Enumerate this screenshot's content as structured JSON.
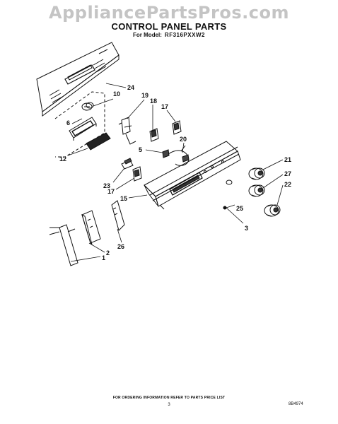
{
  "watermark": "AppliancePartsPros.com",
  "title": "CONTROL PANEL PARTS",
  "model_label": "For Model:",
  "model_number": "RF316PXXW2",
  "callouts": {
    "c24": "24",
    "c10": "10",
    "c19": "19",
    "c18": "18",
    "c17a": "17",
    "c6": "6",
    "c12": "12",
    "c5": "5",
    "c20": "20",
    "c23": "23",
    "c17b": "17",
    "c15": "15",
    "c21": "21",
    "c27": "27",
    "c22": "22",
    "c25": "25",
    "c3": "3",
    "c26": "26",
    "c2": "2",
    "c1": "1"
  },
  "footer_note": "FOR ORDERING INFORMATION REFER TO PARTS PRICE LIST",
  "page_number": "3",
  "doc_code": "8B4974"
}
